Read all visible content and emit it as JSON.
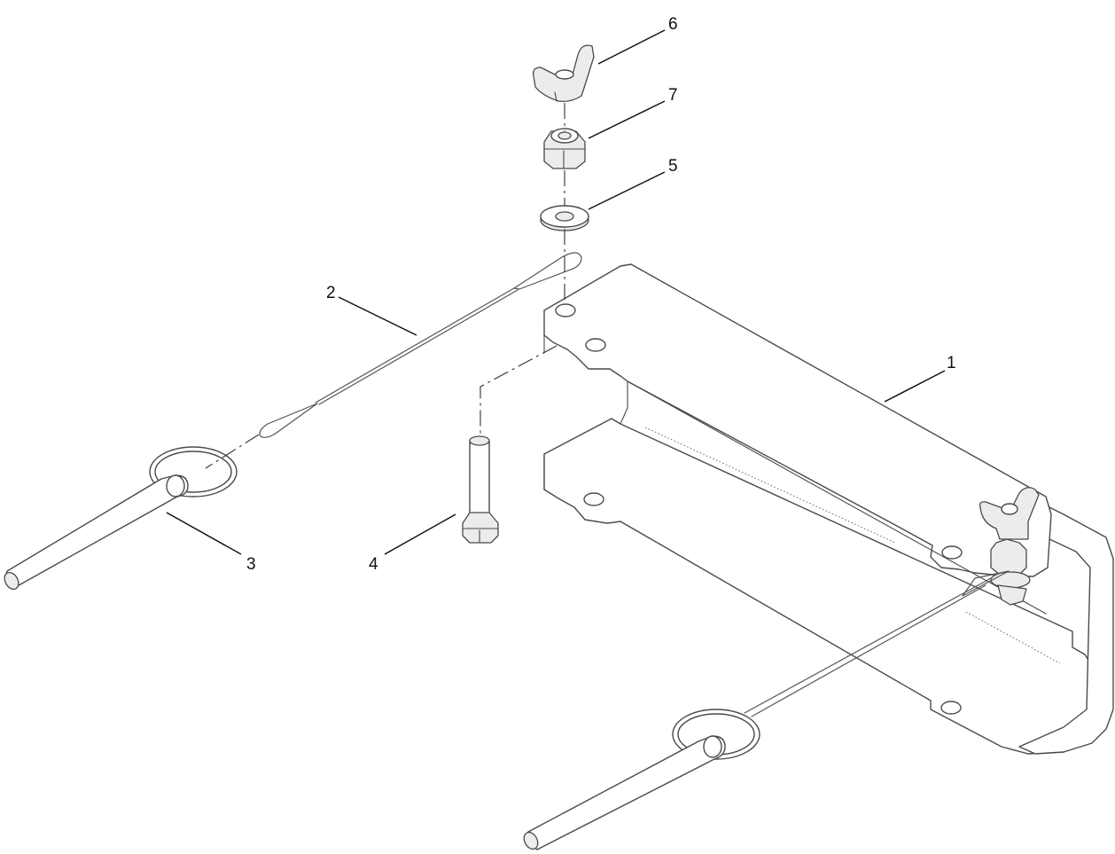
{
  "callouts": [
    {
      "id": "callout-1",
      "label": "1"
    },
    {
      "id": "callout-2",
      "label": "2"
    },
    {
      "id": "callout-3",
      "label": "3"
    },
    {
      "id": "callout-4",
      "label": "4"
    },
    {
      "id": "callout-5",
      "label": "5"
    },
    {
      "id": "callout-6",
      "label": "6"
    },
    {
      "id": "callout-7",
      "label": "7"
    }
  ],
  "colors": {
    "line": "#4a4a4a",
    "background": "#ffffff",
    "text": "#111111"
  }
}
